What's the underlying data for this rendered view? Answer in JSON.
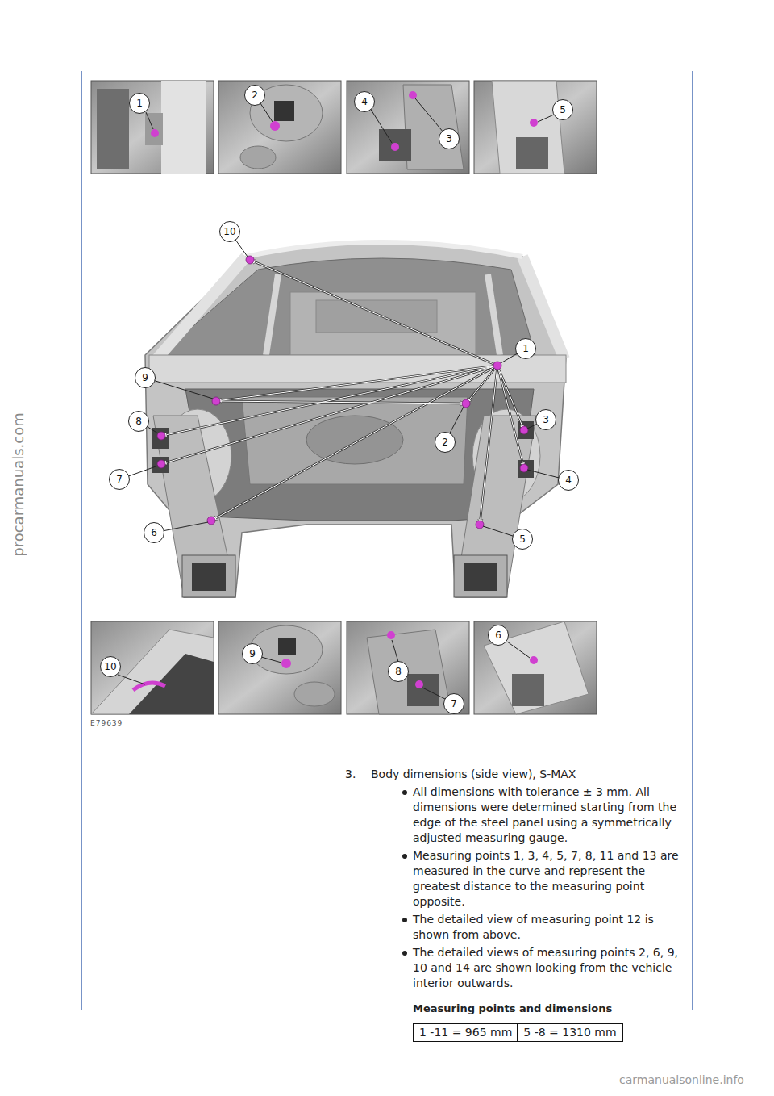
{
  "diagram": {
    "labels": [
      "1",
      "2",
      "4",
      "3",
      "5",
      "10",
      "1",
      "9",
      "3",
      "8",
      "2",
      "7",
      "4",
      "6",
      "5",
      "10",
      "9",
      "8",
      "7",
      "6",
      "E79639",
      "3.",
      "Body dimensions (side view), S-MAX",
      "All dimensions with tolerance ± 3 mm. All dimensions were determined starting from the edge of the steel panel using a symmetrically adjusted measuring gauge.",
      "Measuring points 1, 3, 4, 5, 7, 8, 11 and 13 are measured in the curve and represent the greatest distance to the measuring point opposite.",
      "The detailed view of measuring point 12 is shown from above.",
      "The detailed views of measuring points 2, 6, 9, 10 and 14 are shown looking from the vehicle interior outwards.",
      "Measuring points and dimensions",
      "1 -11 = 965 mm",
      "5 -8 = 1310 mm",
      "procarmanuals.com",
      "carmanualsonline.info"
    ]
  }
}
